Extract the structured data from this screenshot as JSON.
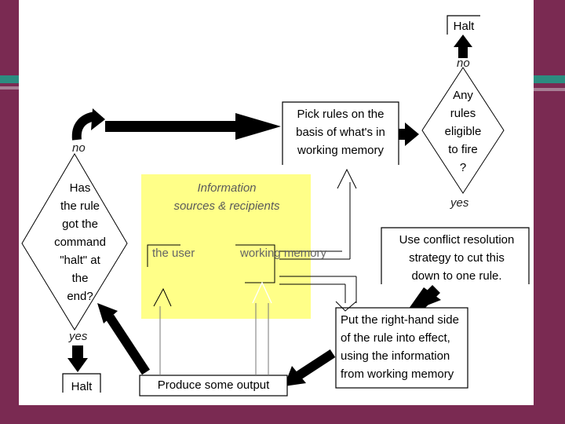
{
  "boxes": {
    "halt_top": "Halt",
    "pick_rules": "Pick rules on the\nbasis of what's in\nworking memory",
    "any_rules": "Any\nrules\neligible\nto fire\n?",
    "has_rule": "Has\nthe rule\ngot the\ncommand\n\"halt\" at\nthe\nend?",
    "conflict": "Use conflict resolution\nstrategy to cut this\ndown to one rule.",
    "put_rhs": "Put the right-hand side\nof the rule into effect,\nusing the information\nfrom working memory",
    "produce_output": "Produce some output",
    "halt_bottom": "Halt"
  },
  "labels": {
    "no_top": "no",
    "no_left": "no",
    "yes_right": "yes",
    "yes_left": "yes"
  },
  "info_panel": {
    "title": "Information\nsources & recipients",
    "user": "the\nuser",
    "memory": "working\nmemory",
    "highlight_color": "#ffff88"
  },
  "colors": {
    "background": "#7a2a52",
    "accent": "#2c8c80"
  }
}
